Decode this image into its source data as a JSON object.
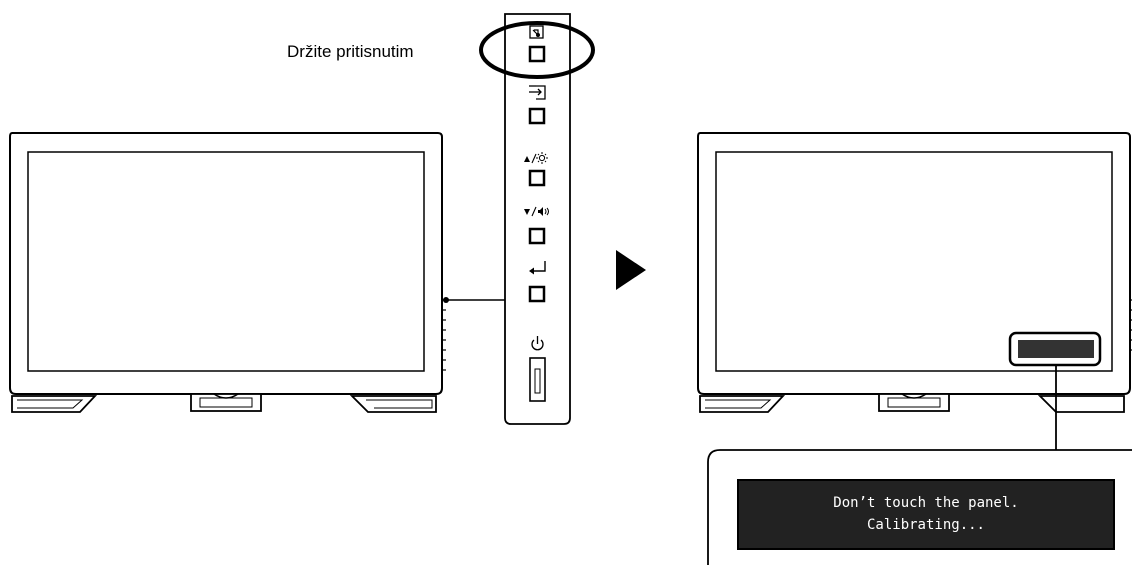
{
  "instruction": {
    "hold_label": "Držite pritisnutim"
  },
  "control_panel": {
    "buttons": [
      {
        "icon": "calibration-touch-icon",
        "interactable": true,
        "highlighted": true
      },
      {
        "icon": "input-switch-icon",
        "interactable": true
      },
      {
        "icon": "up-brightness-icon",
        "interactable": true
      },
      {
        "icon": "down-volume-icon",
        "interactable": true
      },
      {
        "icon": "enter-icon",
        "interactable": true
      },
      {
        "icon": "power-icon",
        "interactable": true
      }
    ]
  },
  "arrow": {
    "icon": "right-triangle-arrow-icon"
  },
  "screen_message": {
    "line1": "Don’t touch the panel.",
    "line2": "Calibrating..."
  },
  "colors": {
    "line": "#000000",
    "message_bg": "#222222",
    "message_text": "#ffffff",
    "background": "#ffffff"
  }
}
